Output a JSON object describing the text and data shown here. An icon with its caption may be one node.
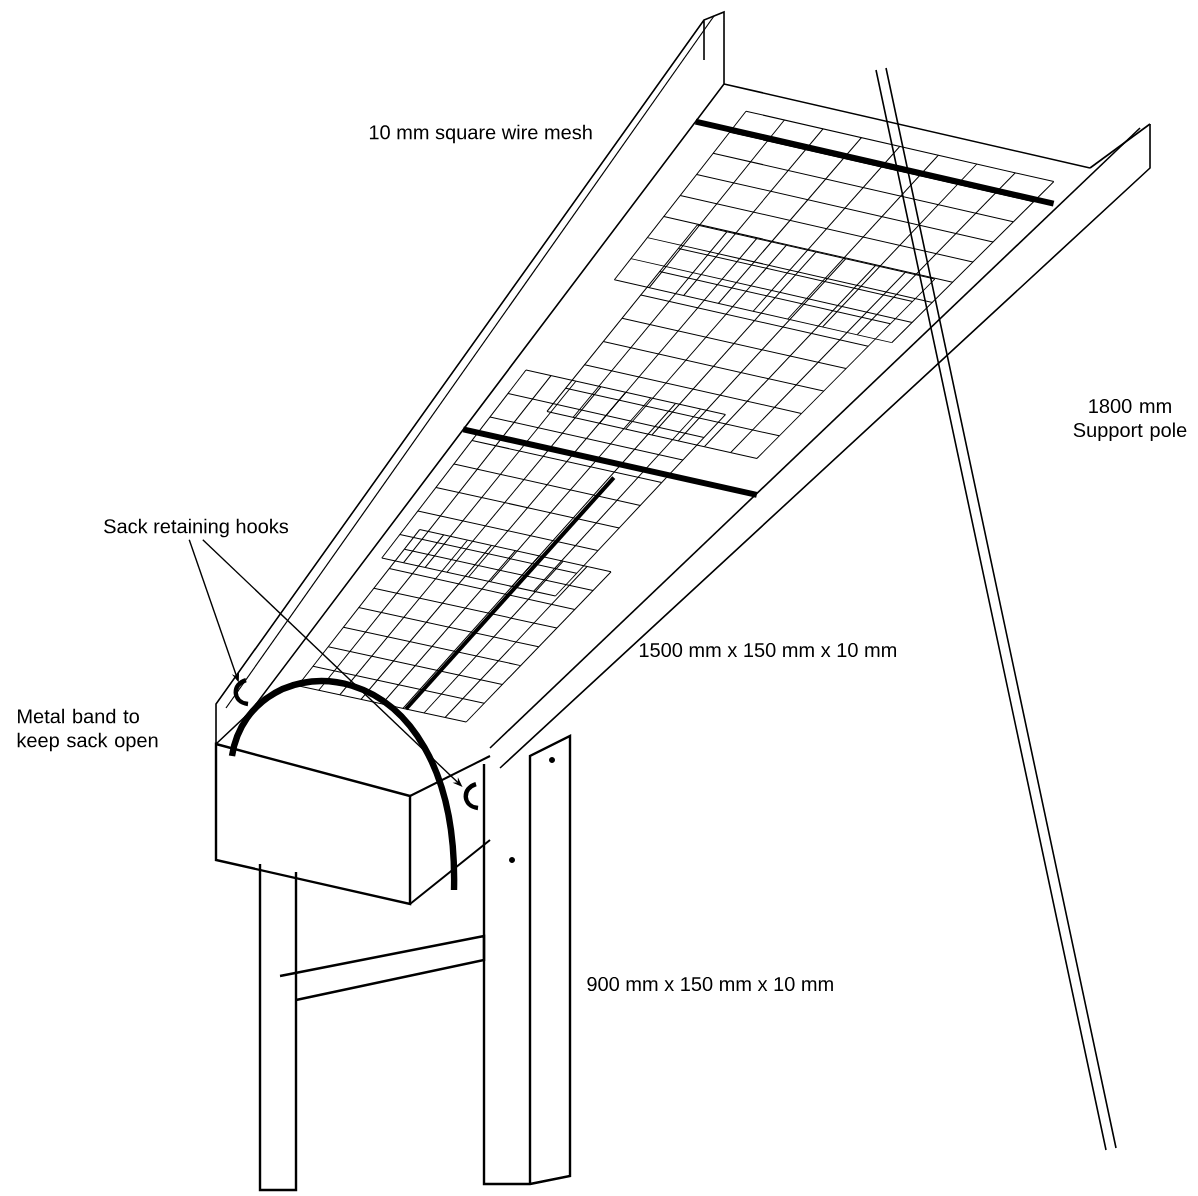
{
  "diagram": {
    "nodes": [
      {
        "text": [
          "Sack retaining hooks"
        ]
      },
      {
        "text": [],
        "shape": "hook"
      },
      {
        "text": [],
        "shape": "hook"
      }
    ],
    "edges": [
      {
        "from": 0,
        "to": 1,
        "arrow": "to"
      },
      {
        "from": 0,
        "to": 2,
        "arrow": "to"
      }
    ],
    "labels": [
      "10 mm square wire mesh",
      "1800 mm Support pole",
      "Metal band to keep sack open",
      "1500 mm x 150 mm x 10 mm",
      "900 mm x 150 mm x 10 mm"
    ]
  }
}
